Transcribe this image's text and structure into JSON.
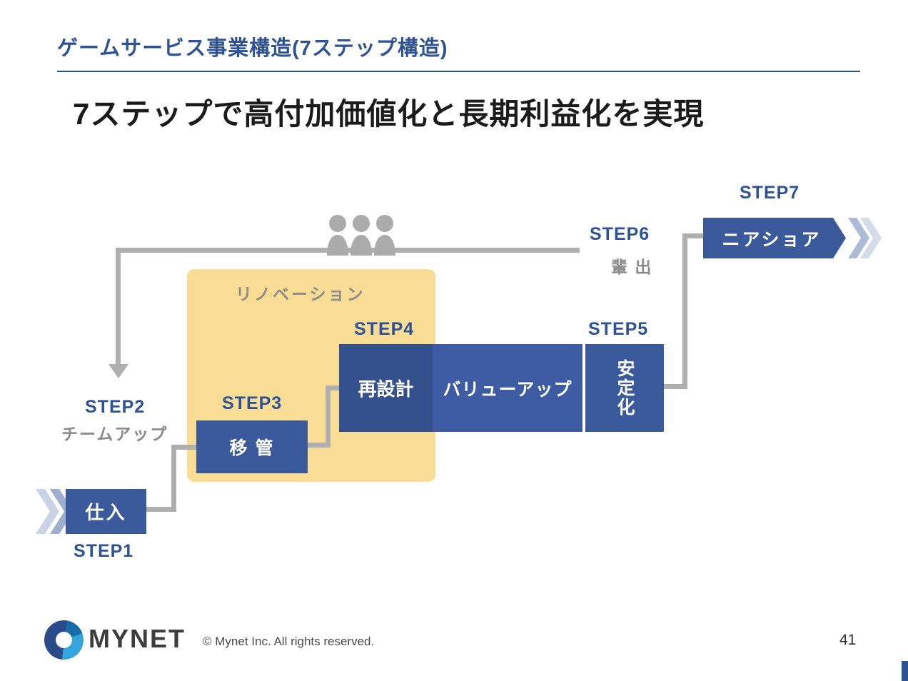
{
  "slide": {
    "kicker": "ゲームサービス事業構造(7ステップ構造)",
    "title": "7ステップで高付加価値化と長期利益化を実現",
    "page_number": "41"
  },
  "footer": {
    "brand": "MYNET",
    "copyright": "© Mynet Inc. All rights reserved."
  },
  "diagram": {
    "renovation_label": "リノベーション",
    "step1": {
      "label": "STEP1",
      "box": "仕入"
    },
    "step2": {
      "label": "STEP2",
      "sub": "チームアップ"
    },
    "step3": {
      "label": "STEP3",
      "box": "移 管"
    },
    "step4": {
      "label": "STEP4",
      "box": "再設計",
      "box_next": "バリューアップ"
    },
    "step5": {
      "label": "STEP5",
      "box": "安定化"
    },
    "step6": {
      "label": "STEP6",
      "sub": "輩 出"
    },
    "step7": {
      "label": "STEP7",
      "box": "ニアショア"
    },
    "colors": {
      "accent_blue": "#2D5296",
      "box_blue": "#3A5A9B",
      "box_blue_dark": "#34508D",
      "box_blue_light": "#3D5CA3",
      "renovation_yellow": "#F9DD95",
      "connector_gray": "#AFAFAF",
      "muted_text_gray": "#8A8A8A",
      "chevron_light": "#D5DCE9",
      "chevron_mid": "#9DAECE"
    },
    "icons": {
      "people": "three-person silhouettes (gray)",
      "inbound_chevrons": "double-chevron-right-icon",
      "outbound_chevrons": "double-chevron-right-icon",
      "feedback_arrow": "down-arrowhead on gray connector"
    }
  }
}
